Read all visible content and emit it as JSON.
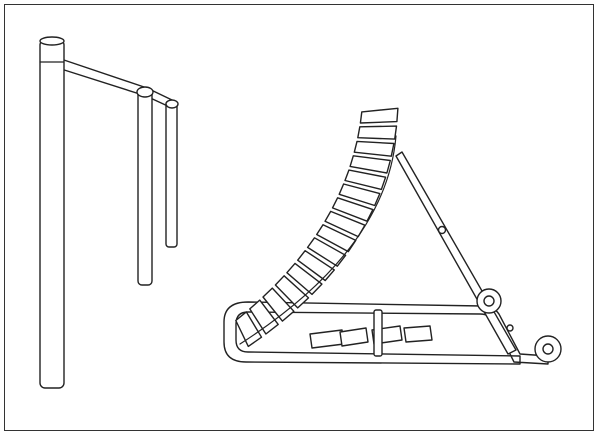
{
  "figure": {
    "left_object": "pull-up-bar",
    "right_object": "curved-ramp-slide",
    "line_color": "#222222",
    "background_color": "#ffffff",
    "ramp_slat_count": 16
  }
}
